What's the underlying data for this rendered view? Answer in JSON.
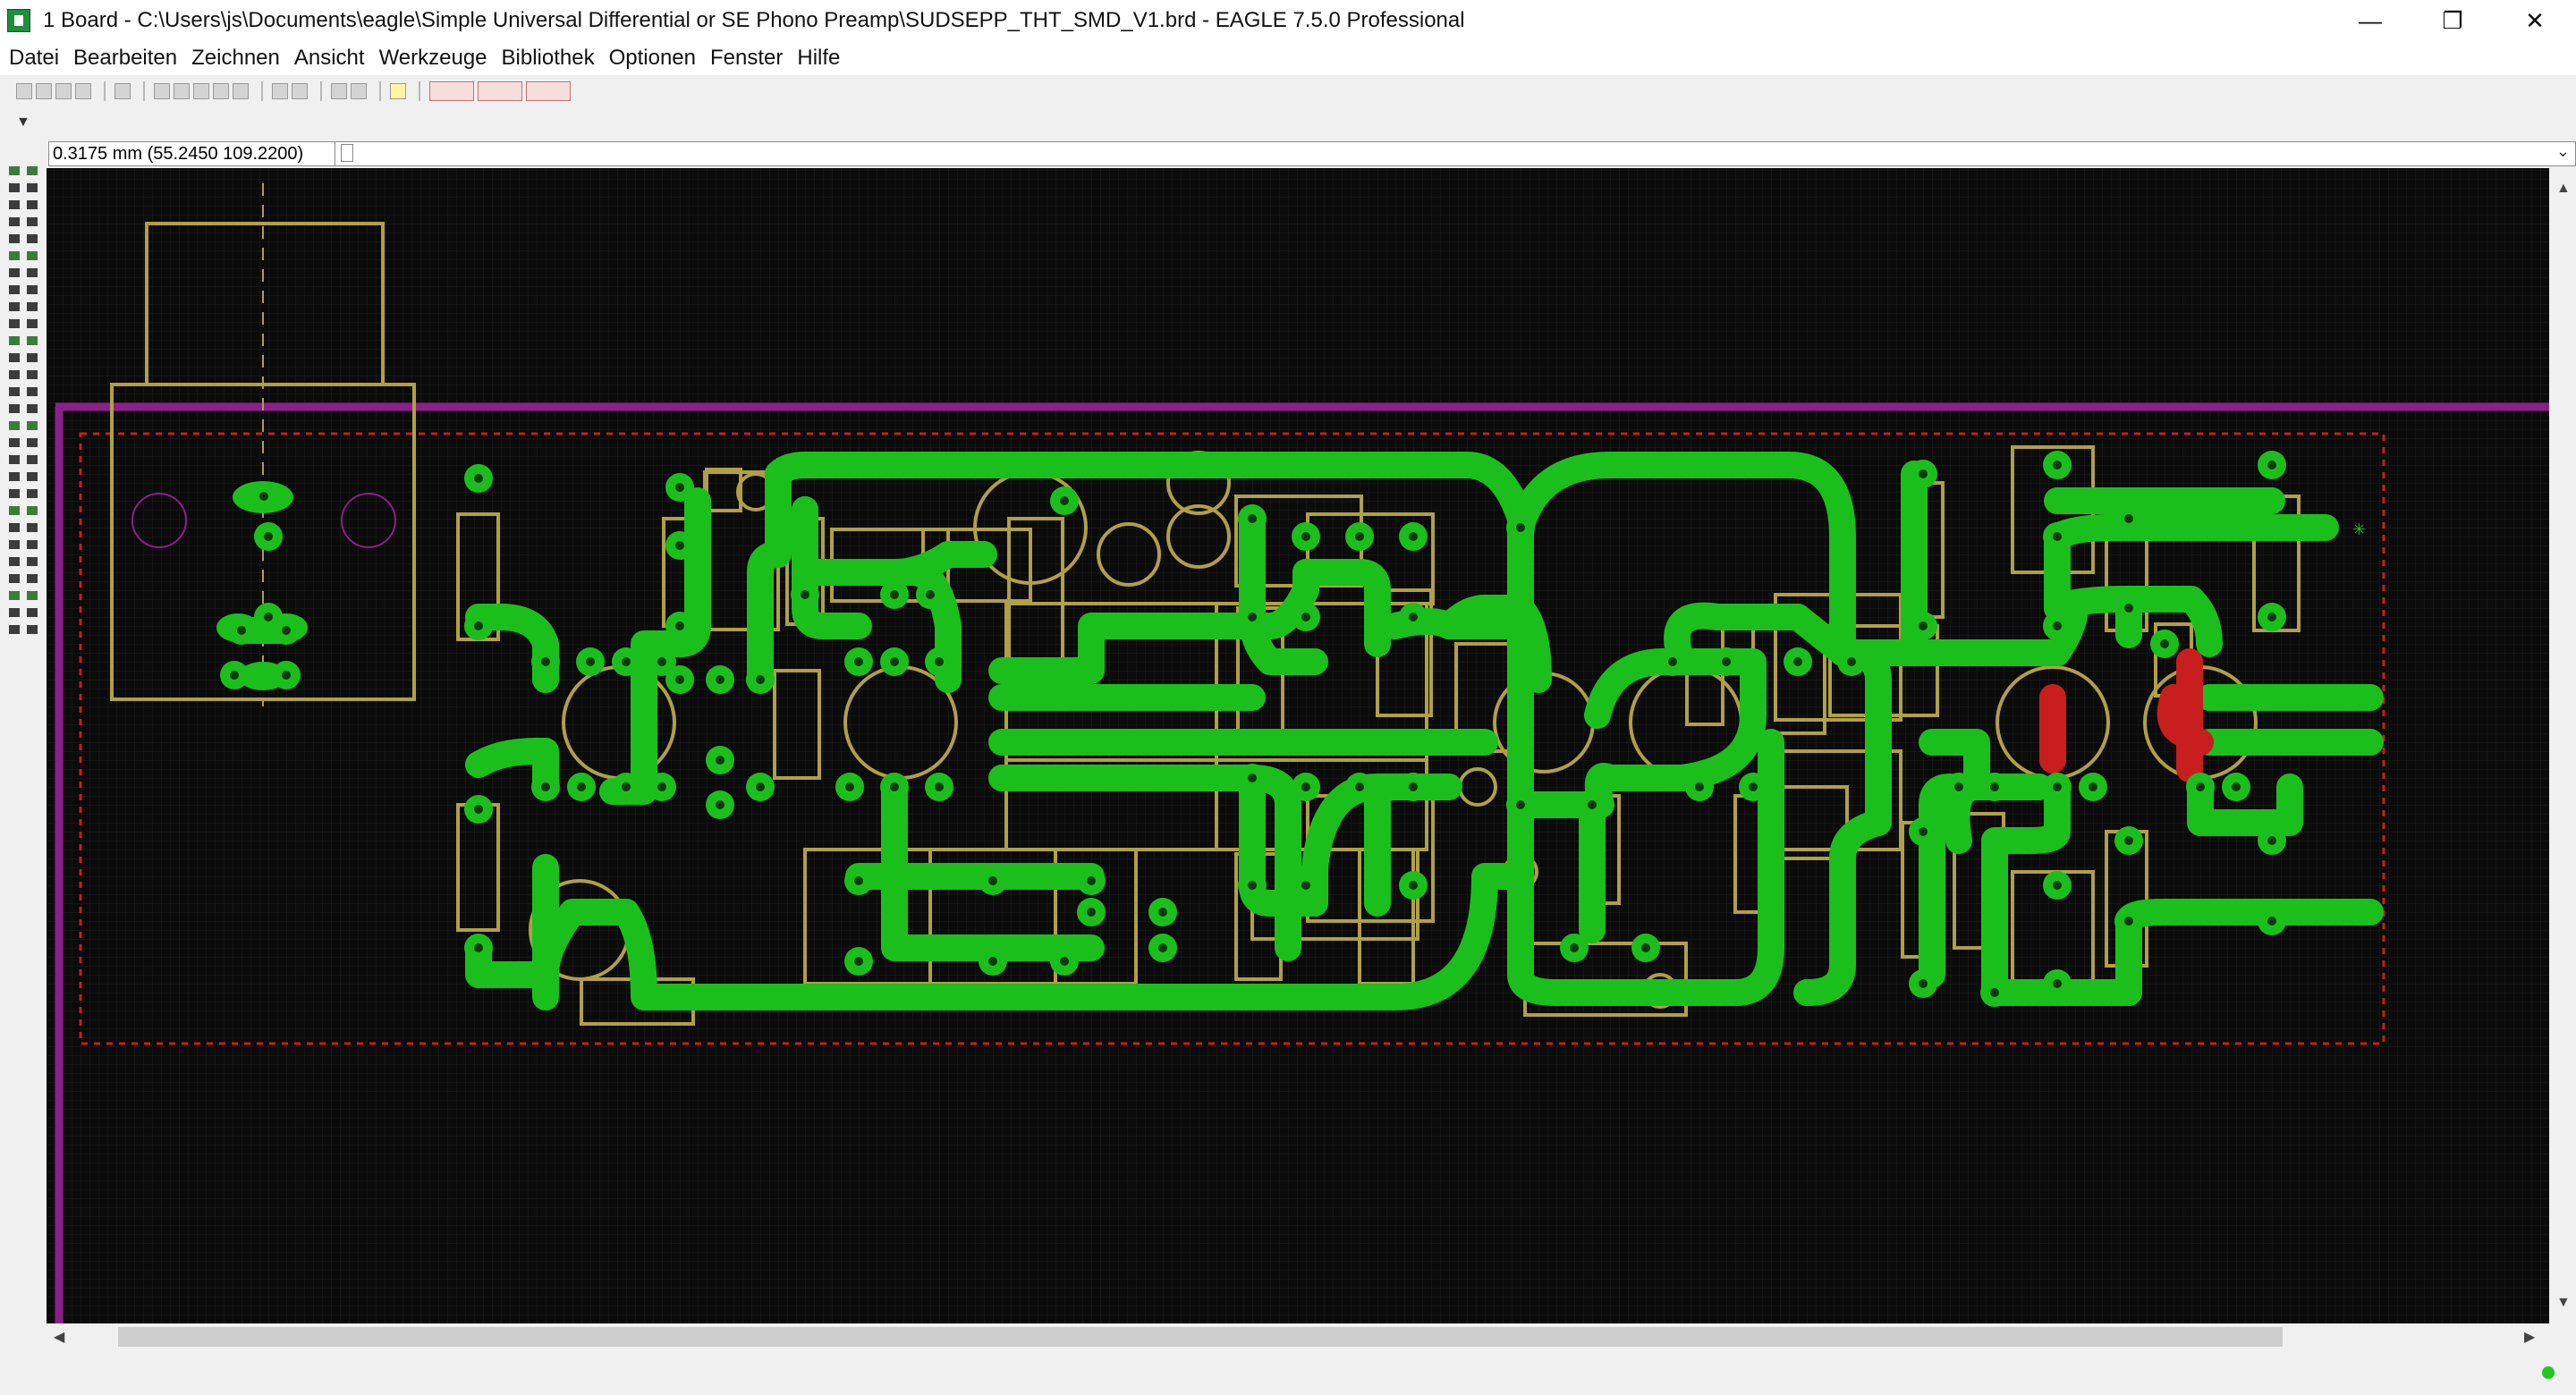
{
  "window": {
    "title": "1 Board - C:\\Users\\js\\Documents\\eagle\\Simple Universal Differential or SE Phono Preamp\\SUDSEPP_THT_SMD_V1.brd - EAGLE 7.5.0 Professional",
    "minimize_glyph": "—",
    "restore_glyph": "❐",
    "close_glyph": "✕"
  },
  "menu": {
    "items": [
      "Datei",
      "Bearbeiten",
      "Zeichnen",
      "Ansicht",
      "Werkzeuge",
      "Bibliothek",
      "Optionen",
      "Fenster",
      "Hilfe"
    ]
  },
  "toolbar": {
    "icons": [
      "open-icon",
      "save-icon",
      "print-icon",
      "cam-icon",
      "sep",
      "script-icon",
      "sep",
      "zoom-fit-icon",
      "zoom-in-icon",
      "zoom-out-icon",
      "zoom-redraw-icon",
      "zoom-select-icon",
      "sep",
      "undo-icon",
      "redo-icon",
      "sep",
      "stop-icon",
      "go-icon",
      "sep",
      "help-icon",
      "sep",
      "design-link-icon",
      "pcb-quote-icon",
      "idf-export-icon"
    ]
  },
  "param_toolbar": {
    "dropdown_glyph": "▼"
  },
  "command": {
    "coordinate": "0.3175 mm (55.2450 109.2200)",
    "input_value": "",
    "dropdown_glyph": "⌄"
  },
  "colors": {
    "canvas": "#0b0b0b",
    "grid": "#1e1e1e",
    "top_copper": "#1bbf1b",
    "bottom_copper": "#c81e1e",
    "silkscreen": "#b0a046",
    "dimension": "#8c1f8c",
    "restrict": "#d11a1a"
  },
  "scroll": {
    "up": "▲",
    "down": "▼",
    "left": "◀",
    "right": "▶"
  }
}
